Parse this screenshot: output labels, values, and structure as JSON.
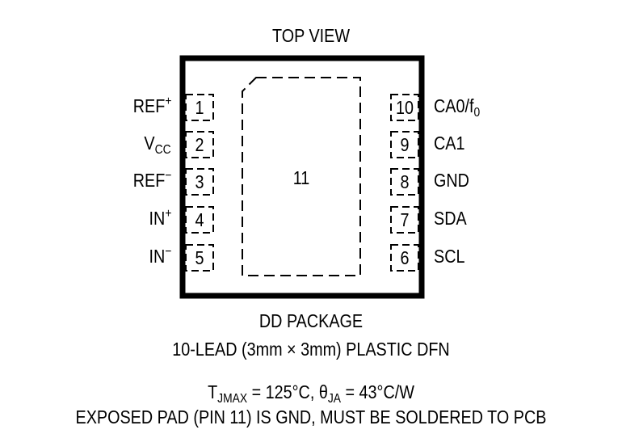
{
  "header": {
    "title": "TOP VIEW"
  },
  "left_pins": [
    {
      "num": "1",
      "name": "REF",
      "sup": "+",
      "sub": ""
    },
    {
      "num": "2",
      "name": "V",
      "sup": "",
      "sub": "CC"
    },
    {
      "num": "3",
      "name": "REF",
      "sup": "−",
      "sub": ""
    },
    {
      "num": "4",
      "name": "IN",
      "sup": "+",
      "sub": ""
    },
    {
      "num": "5",
      "name": "IN",
      "sup": "−",
      "sub": ""
    }
  ],
  "right_pins": [
    {
      "num": "10",
      "name": "CA0/f",
      "sup": "",
      "sub": "0"
    },
    {
      "num": "9",
      "name": "CA1",
      "sup": "",
      "sub": ""
    },
    {
      "num": "8",
      "name": "GND",
      "sup": "",
      "sub": ""
    },
    {
      "num": "7",
      "name": "SDA",
      "sup": "",
      "sub": ""
    },
    {
      "num": "6",
      "name": "SCL",
      "sup": "",
      "sub": ""
    }
  ],
  "exposed_pad": {
    "num": "11"
  },
  "package": {
    "line1": "DD PACKAGE",
    "line2": "10-LEAD (3mm × 3mm) PLASTIC DFN"
  },
  "thermal": {
    "t_symbol": "T",
    "t_sub": "JMAX",
    "t_value": " = 125°C, ",
    "theta_symbol": "θ",
    "theta_sub": "JA",
    "theta_value": " = 43°C/W"
  },
  "note": "EXPOSED PAD (PIN 11) IS GND, MUST BE SOLDERED TO PCB"
}
